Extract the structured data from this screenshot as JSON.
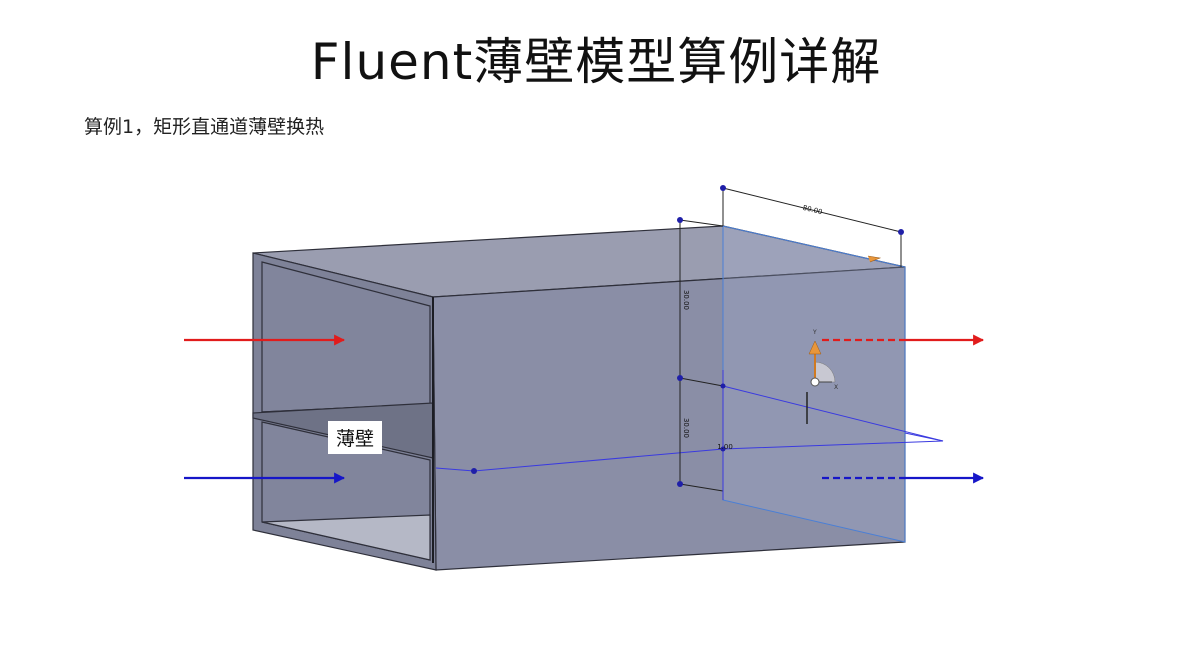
{
  "slide": {
    "title": "Fluent薄壁模型算例详解",
    "example_heading": "算例1，矩形直通道薄壁换热"
  },
  "diagram": {
    "thin_wall_label": "薄壁",
    "dimension_width": "80.00",
    "dimension_height_upper": "30.00",
    "dimension_height_lower": "30.00",
    "dimension_thickness": "1.00",
    "axis_y": "Y",
    "axis_x": "X",
    "colors": {
      "hot_stream": "#e11c1c",
      "cold_stream": "#1616c8",
      "body_face": "#8a8ea6",
      "top_face": "#9a9db0",
      "sketch_line": "#3a3ae0",
      "outline": "#2e2f3a"
    }
  }
}
